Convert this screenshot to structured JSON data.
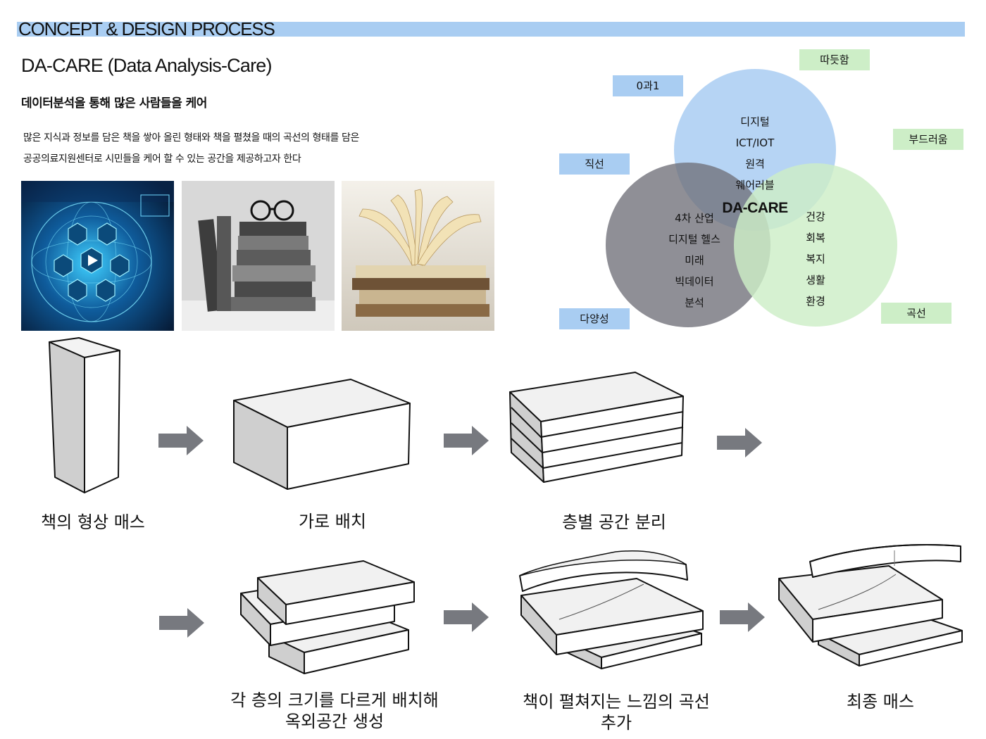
{
  "header": {
    "title": "CONCEPT & DESIGN PROCESS"
  },
  "concept": {
    "title": "DA-CARE (Data Analysis-Care)",
    "subtitle": "데이터분석을 통해 많은 사람들을 케어",
    "description_line1": "많은 지식과 정보를 담은 책을 쌓아 올린 형태와 책을 펼쳤을 때의 곡선의 형태를 담은",
    "description_line2": "공공의료지원센터로 시민들을 케어 할 수 있는 공간을 제공하고자 한다"
  },
  "images": [
    {
      "icon": "digital-network-globe-image"
    },
    {
      "icon": "stacked-books-with-glasses-image"
    },
    {
      "icon": "open-book-on-stack-image"
    }
  ],
  "venn": {
    "center_label": "DA-CARE",
    "colors": {
      "blue": "#a9cdf2",
      "gray": "#6f6f78",
      "green": "#cdeec7"
    },
    "blue_circle": [
      "디지털",
      "ICT/IOT",
      "원격",
      "웨어러블"
    ],
    "gray_circle": [
      "4차 산업",
      "디지털 헬스",
      "미래",
      "빅데이터",
      "분석"
    ],
    "green_circle": [
      "건강",
      "회복",
      "복지",
      "생활",
      "환경"
    ],
    "tags": {
      "zero_one": "0과1",
      "straight": "직선",
      "diversity": "다양성",
      "warmth": "따듯함",
      "softness": "부드러움",
      "curve": "곡선"
    }
  },
  "process_steps": [
    {
      "label": "책의 형상 매스"
    },
    {
      "label": "가로 배치"
    },
    {
      "label": "층별 공간 분리"
    },
    {
      "label_line1": "각 층의 크기를 다르게 배치해",
      "label_line2": "옥외공간 생성"
    },
    {
      "label_line1": "책이 펼쳐지는 느낌의 곡선",
      "label_line2": "추가"
    },
    {
      "label": "최종 매스"
    }
  ]
}
